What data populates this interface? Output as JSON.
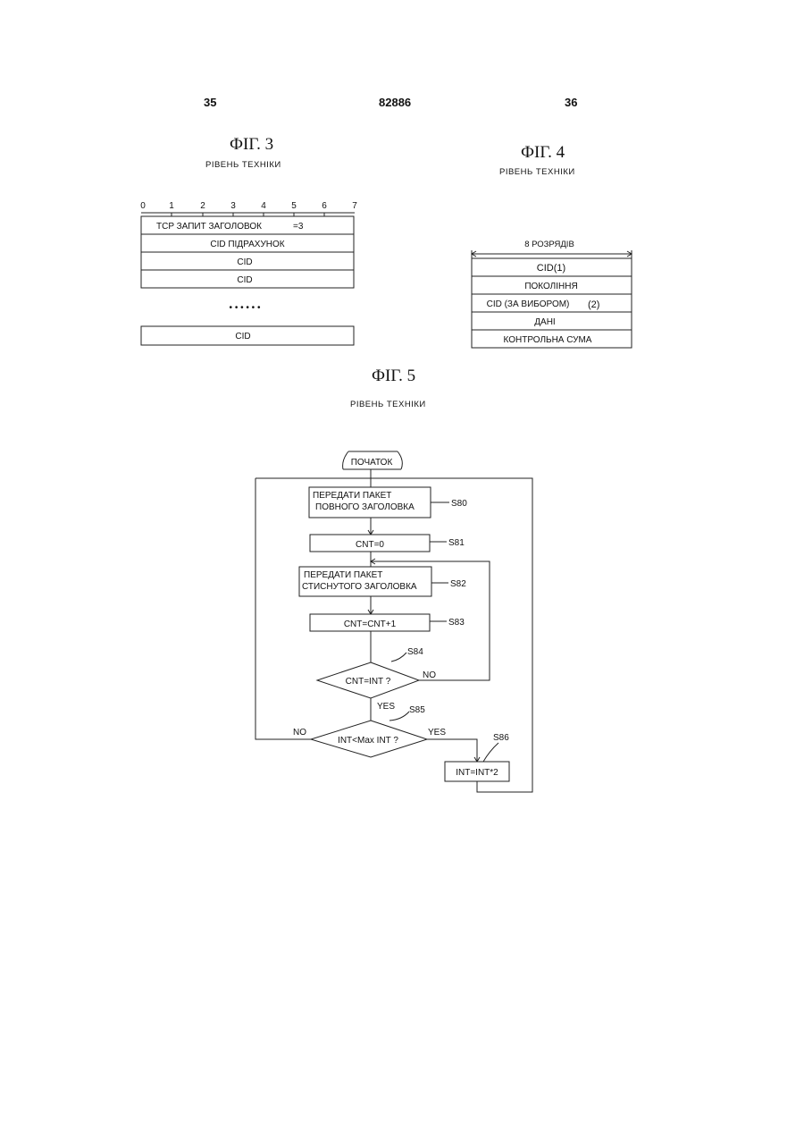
{
  "header": {
    "left_page": "35",
    "patent_number": "82886",
    "right_page": "36"
  },
  "fig3": {
    "title": "ФIГ. 3",
    "subtitle": "РІВЕНЬ ТЕХНІКИ",
    "bit_labels": [
      "0",
      "1",
      "2",
      "3",
      "4",
      "5",
      "6",
      "7"
    ],
    "row1_label": "TCP ЗАПИТ ЗАГОЛОВОК",
    "row1_value": "=3",
    "row2_label": "CID ПІДРАХУНОК",
    "row3_label": "CID",
    "row4_label": "CID",
    "ellipsis": "• • • • • •",
    "last_label": "CID"
  },
  "fig4": {
    "title": "ФIГ. 4",
    "subtitle": "РІВЕНЬ ТЕХНІКИ",
    "width_label": "8 РОЗРЯДІВ",
    "rows": [
      "CID(1)",
      "ПОКОЛІННЯ",
      "CID (ЗА ВИБОРОМ)",
      "ДАНІ",
      "КОНТРОЛЬНА СУМА"
    ],
    "optional_note": "(2)"
  },
  "fig5": {
    "title": "ФIГ. 5",
    "subtitle": "РІВЕНЬ ТЕХНІКИ",
    "start_label": "ПОЧАТОК",
    "s80_line1": "ПЕРЕДАТИ ПАКЕТ",
    "s80_line2": "ПОВНОГО ЗАГОЛОВКА",
    "s80_step": "S80",
    "s81_text": "CNT=0",
    "s81_step": "S81",
    "s82_line1": "ПЕРЕДАТИ ПАКЕТ",
    "s82_line2": "СТИСНУТОГО ЗАГОЛОВКА",
    "s82_step": "S82",
    "s83_text": "CNT=CNT+1",
    "s83_step": "S83",
    "s84_text": "CNT=INT ?",
    "s84_step": "S84",
    "s84_no": "NO",
    "s84_yes": "YES",
    "s85_text": "INT<Max INT ?",
    "s85_step": "S85",
    "s85_no": "NO",
    "s85_yes": "YES",
    "s86_text": "INT=INT*2",
    "s86_step": "S86"
  }
}
